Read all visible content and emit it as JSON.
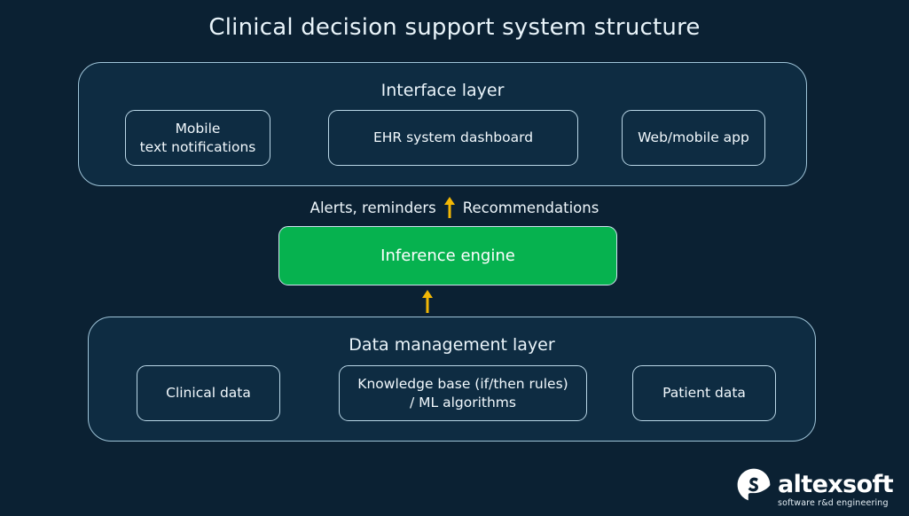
{
  "page": {
    "title": "Clinical decision support system structure",
    "background_color": "#0b2133",
    "panel_fill_color": "#0e2c42",
    "border_color": "#9fc4d8",
    "accent_green": "#06b24f",
    "arrow_color": "#f2b705"
  },
  "interface_layer": {
    "title": "Interface layer",
    "boxes": [
      {
        "label": "Mobile\ntext notifications",
        "line1": "Mobile",
        "line2": "text notifications"
      },
      {
        "label": "EHR system dashboard"
      },
      {
        "label": "Web/mobile app"
      }
    ]
  },
  "annotation": {
    "left_text": "Alerts, reminders",
    "arrow_icon": "arrow-up-icon",
    "right_text": "Recommendations"
  },
  "inference_engine": {
    "label": "Inference engine"
  },
  "flow_arrow": {
    "icon": "arrow-up-icon"
  },
  "data_layer": {
    "title": "Data management layer",
    "boxes": [
      {
        "label": "Clinical data"
      },
      {
        "label": "Knowledge base (if/then rules) / ML algorithms",
        "line1": "Knowledge base (if/then rules)",
        "line2": "/ ML algorithms"
      },
      {
        "label": "Patient data"
      }
    ]
  },
  "logo": {
    "mark": "altexsoft-a-icon",
    "wordmark": "altexsoft",
    "tagline": "software r&d engineering"
  }
}
